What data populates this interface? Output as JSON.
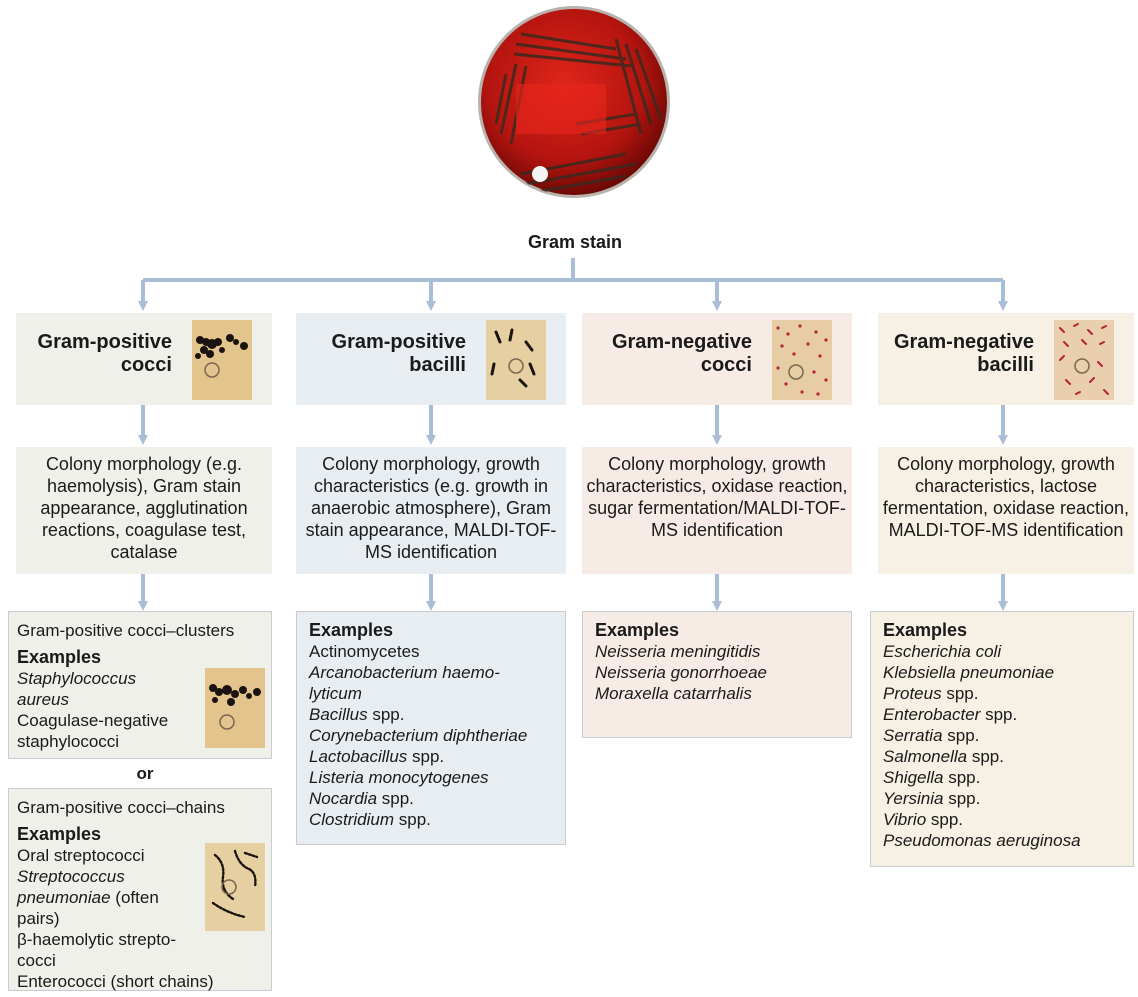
{
  "root": {
    "label": "Gram stain"
  },
  "columns": [
    {
      "heading": [
        "Gram-positive",
        "cocci"
      ],
      "tests": "Colony morphology (e.g. haemolysis), Gram stain appearance, agglutination reactions, coagulase test, catalase",
      "color": "#eef0e9"
    },
    {
      "heading": [
        "Gram-positive",
        "bacilli"
      ],
      "tests": "Colony morphology, growth characteristics (e.g. growth in anaerobic atmosphere), Gram stain appearance, MALDI-TOF-MS identification",
      "color": "#e8edf2",
      "examples_title": "Examples",
      "examples": [
        [
          {
            "t": "Actinomycetes",
            "i": false
          }
        ],
        [
          {
            "t": "Arcanobacterium haemo-",
            "i": true
          }
        ],
        [
          {
            "t": "lyticum",
            "i": true
          }
        ],
        [
          {
            "t": "Bacillus",
            "i": true
          },
          {
            "t": " spp.",
            "i": false
          }
        ],
        [
          {
            "t": "Corynebacterium diphtheriae",
            "i": true
          }
        ],
        [
          {
            "t": "Lactobacillus",
            "i": true
          },
          {
            "t": " spp.",
            "i": false
          }
        ],
        [
          {
            "t": "Listeria monocytogenes",
            "i": true
          }
        ],
        [
          {
            "t": "Nocardia",
            "i": true
          },
          {
            "t": " spp.",
            "i": false
          }
        ],
        [
          {
            "t": "Clostridium",
            "i": true
          },
          {
            "t": " spp.",
            "i": false
          }
        ]
      ]
    },
    {
      "heading": [
        "Gram-negative",
        "cocci"
      ],
      "tests": "Colony morphology, growth characteristics, oxidase reaction, sugar fermentation/MALDI-TOF-MS identification",
      "color": "#f7ebe6",
      "examples_title": "Examples",
      "examples": [
        [
          {
            "t": "Neisseria meningitidis",
            "i": true
          }
        ],
        [
          {
            "t": "Neisseria gonorrhoeae",
            "i": true
          }
        ],
        [
          {
            "t": "Moraxella catarrhalis",
            "i": true
          }
        ]
      ]
    },
    {
      "heading": [
        "Gram-negative",
        "bacilli"
      ],
      "tests": "Colony morphology, growth characteristics, lactose fermentation, oxidase reaction, MALDI-TOF-MS identification",
      "color": "#f6f1e4",
      "examples_title": "Examples",
      "examples": [
        [
          {
            "t": "Escherichia coli",
            "i": true
          }
        ],
        [
          {
            "t": "Klebsiella pneumoniae",
            "i": true
          }
        ],
        [
          {
            "t": "Proteus",
            "i": true
          },
          {
            "t": " spp.",
            "i": false
          }
        ],
        [
          {
            "t": "Enterobacter",
            "i": true
          },
          {
            "t": " spp.",
            "i": false
          }
        ],
        [
          {
            "t": "Serratia",
            "i": true
          },
          {
            "t": " spp.",
            "i": false
          }
        ],
        [
          {
            "t": "Salmonella",
            "i": true
          },
          {
            "t": " spp.",
            "i": false
          }
        ],
        [
          {
            "t": "Shigella",
            "i": true
          },
          {
            "t": " spp.",
            "i": false
          }
        ],
        [
          {
            "t": "Yersinia",
            "i": true
          },
          {
            "t": " spp.",
            "i": false
          }
        ],
        [
          {
            "t": "Vibrio",
            "i": true
          },
          {
            "t": " spp.",
            "i": false
          }
        ],
        [
          {
            "t": "Pseudomonas aeruginosa",
            "i": true
          }
        ]
      ]
    }
  ],
  "clusters": {
    "title": "Gram-positive cocci–clusters",
    "examples_title": "Examples",
    "examples": [
      [
        {
          "t": "Staphylococcus",
          "i": true
        }
      ],
      [
        {
          "t": "aureus",
          "i": true
        }
      ],
      [
        {
          "t": "Coagulase-negative",
          "i": false
        }
      ],
      [
        {
          "t": "staphylococci",
          "i": false
        }
      ]
    ]
  },
  "or_label": "or",
  "chains": {
    "title": "Gram-positive cocci–chains",
    "examples_title": "Examples",
    "examples": [
      [
        {
          "t": "Oral streptococci",
          "i": false
        }
      ],
      [
        {
          "t": "Streptococcus",
          "i": true
        }
      ],
      [
        {
          "t": "pneumoniae",
          "i": true
        },
        {
          "t": " (often",
          "i": false
        }
      ],
      [
        {
          "t": "pairs)",
          "i": false
        }
      ],
      [
        {
          "t": "β-haemolytic strepto-",
          "i": false
        }
      ],
      [
        {
          "t": "cocci",
          "i": false
        }
      ],
      [
        {
          "t": "Enterococci (short chains)",
          "i": false
        }
      ]
    ]
  },
  "colors": {
    "connector": "#a9bdd6",
    "plate_red": "#b3140f",
    "bead": "#f4f4f4"
  },
  "icons": [
    "agar-plate-photo",
    "micrograph-gram-positive-cocci",
    "micrograph-gram-positive-bacilli",
    "micrograph-gram-negative-cocci",
    "micrograph-gram-negative-bacilli",
    "micrograph-cocci-clusters",
    "micrograph-cocci-chains"
  ]
}
